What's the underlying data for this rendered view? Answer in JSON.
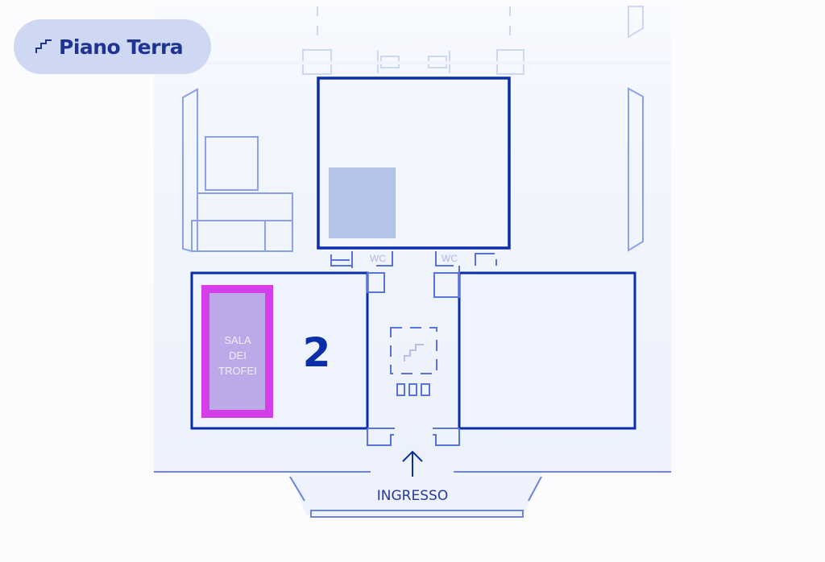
{
  "floor_badge": {
    "label": "Piano Terra",
    "icon": "stairs-icon"
  },
  "rooms": {
    "highlighted": {
      "label_lines": [
        "SALA",
        "DEI",
        "TROFEI"
      ],
      "number": "2"
    }
  },
  "wc_labels": [
    "WC",
    "WC"
  ],
  "entrance": {
    "label": "INGRESSO",
    "icon": "arrow-up-icon"
  },
  "colors": {
    "wall_dark": "#0a2ea8",
    "wall_light": "#7f93e6",
    "highlight_border": "#d43de8",
    "highlight_fill": "#bba9e8",
    "plan_fill": "#eef3fc",
    "badge_fill": "#cfd8f3",
    "badge_text": "#1f3491"
  }
}
